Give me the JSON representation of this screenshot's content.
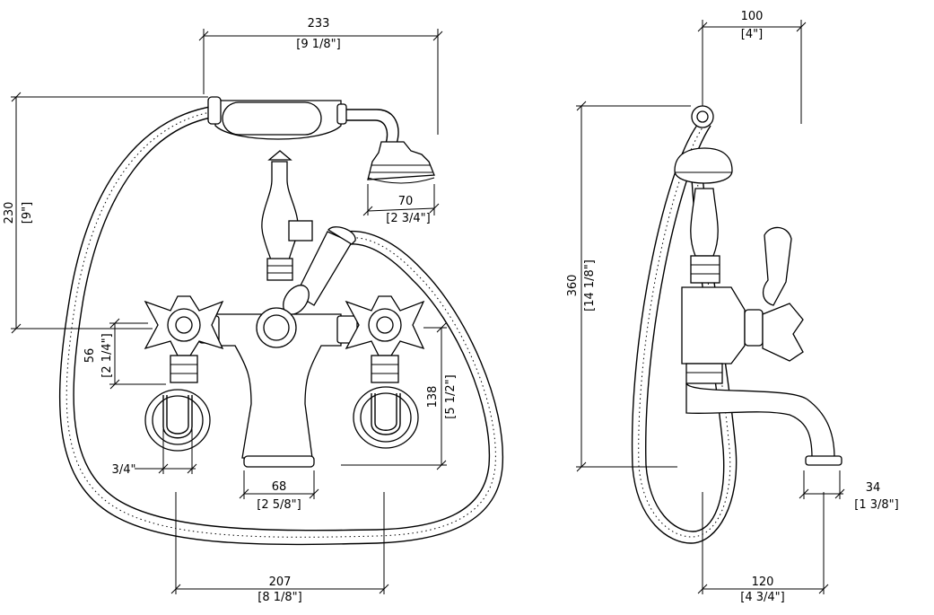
{
  "front_view": {
    "width_top": {
      "mm": "233",
      "in": "[9 1/8\"]"
    },
    "height_left": {
      "mm": "230",
      "in": "[9\"]"
    },
    "handset_dia": {
      "mm": "70",
      "in": "[2 3/4\"]"
    },
    "handle_height": {
      "mm": "56",
      "in": "[2 1/4\"]"
    },
    "inlet": {
      "mm": "3/4\""
    },
    "body_height": {
      "mm": "138",
      "in": "[5 1/2\"]"
    },
    "base_width": {
      "mm": "68",
      "in": "[2 5/8\"]"
    },
    "centers": {
      "mm": "207",
      "in": "[8 1/8\"]"
    }
  },
  "side_view": {
    "top_width": {
      "mm": "100",
      "in": "[4\"]"
    },
    "total_height": {
      "mm": "360",
      "in": "[14 1/8\"]"
    },
    "outlet_dia": {
      "mm": "34",
      "in": "[1 3/8\"]"
    },
    "projection": {
      "mm": "120",
      "in": "[4 3/4\"]"
    }
  }
}
